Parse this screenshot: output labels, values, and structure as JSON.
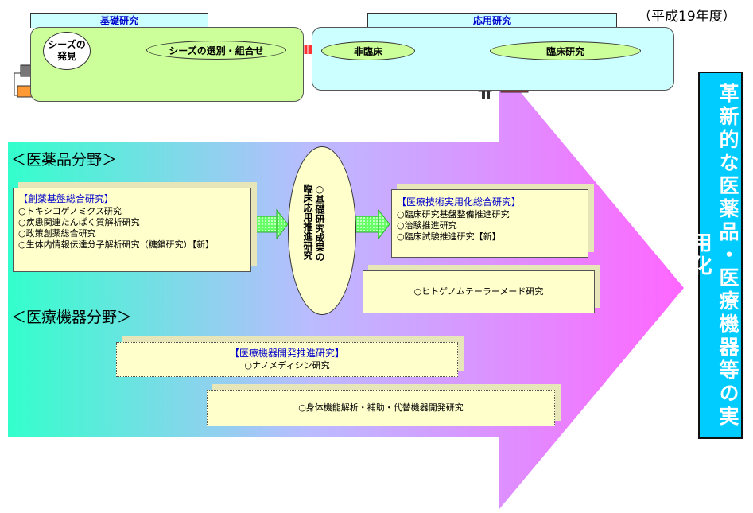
{
  "year_label": "（平成19年度）",
  "top": {
    "basic_research": {
      "title": "基礎研究",
      "seeds_label": "シーズの発見",
      "selection_label": "シーズの選別・組合せ"
    },
    "applied_research": {
      "title": "応用研究",
      "non_clinical_label": "非臨床",
      "clinical_label": "臨床研究"
    }
  },
  "pharma_field": {
    "title": "＜医薬品分野＞",
    "drug_box": {
      "title": "【創薬基盤総合研究】",
      "items": [
        "○トキシコゲノミクス研究",
        "○疾患関連たんぱく質解析研究",
        "○政策創薬総合研究",
        "○生体内情報伝達分子解析研究（糖鎖研究）【新】"
      ]
    }
  },
  "center_oval": {
    "lines": [
      "○基礎研究成果の",
      "臨床応用推進研究"
    ]
  },
  "medtech_box": {
    "title": "【医療技術実用化総合研究】",
    "items": [
      "○臨床研究基盤整備推進研究",
      "○治験推進研究",
      "○臨床試験推進研究【新】"
    ]
  },
  "genome_box": {
    "text": "○ヒトゲノムテーラーメード研究"
  },
  "device_field": {
    "title": "＜医療機器分野＞",
    "promo_box": {
      "title": "【医療機器開発推進研究】",
      "item": "○ナノメディシン研究"
    },
    "body_box": {
      "text": "○身体機能解析・補助・代替機器開発研究"
    }
  },
  "side_banner": "革新的な医薬品・医療機器等の実用化",
  "colors": {
    "arrow_left": "#33ffcc",
    "arrow_mid": "#bbbbff",
    "arrow_right": "#ff66ff",
    "banner": "#00ccff",
    "box_fill": "#ffffcc",
    "ellipse_fill": "#ccff99",
    "title_blue": "#0000cc"
  },
  "icons": [
    "researcher-at-computer-icon",
    "scientist-microscope-icon",
    "doctor-patient-icon"
  ]
}
